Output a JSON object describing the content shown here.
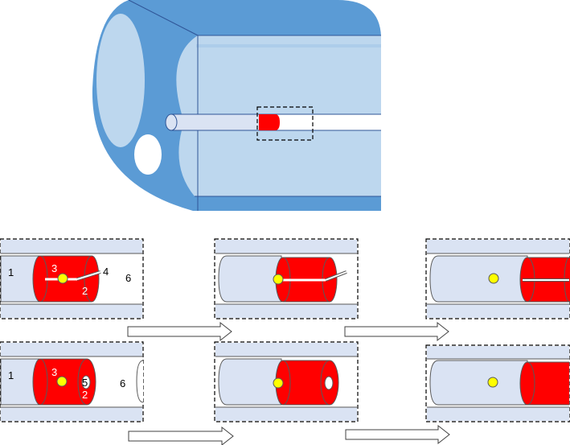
{
  "labels": {
    "panel_a": {
      "n1": "1",
      "n2": "2",
      "n3": "3",
      "n4": "4",
      "n6": "6"
    },
    "panel_b": {
      "n1": "1",
      "n2": "2",
      "n3": "3",
      "n5": "5",
      "n6": "6"
    }
  },
  "colors": {
    "housing_dark": "#5b9bd5",
    "housing_light": "#bdd7ee",
    "tube_fill": "#dae3f3",
    "red": "#ff0000",
    "yellow": "#ffff00",
    "outline": "#595959"
  },
  "icons": {
    "arrow": "right-arrow-outline"
  }
}
